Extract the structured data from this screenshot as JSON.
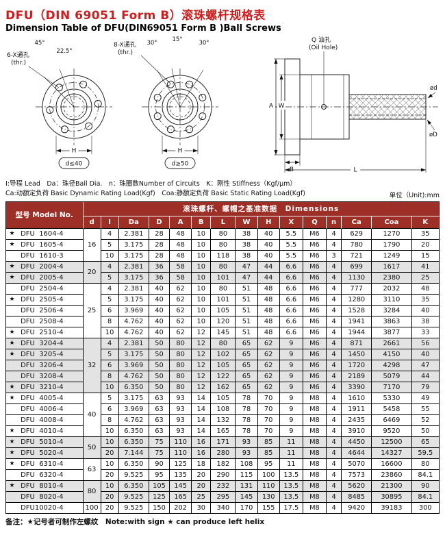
{
  "colors": {
    "title_red": "#cc1e1e",
    "header_red": "#9d2f27",
    "row_shade": "#e3e3e3"
  },
  "header": {
    "title_cn": "DFU（DIN 69051 Form B）滚珠螺杆规格表",
    "title_en": "Dimension Table of DFU(DIN69051 Form B )Ball Screws"
  },
  "drawings": {
    "left": {
      "holes": "6-X通孔",
      "thr": "(thr.)",
      "angle_a": "45°",
      "angle_b": "22.5°",
      "h": "H",
      "range": "d≤40"
    },
    "mid": {
      "holes": "8-X通孔",
      "thr": "(thr.)",
      "angle_a": "30°",
      "angle_b": "15°",
      "angle_c": "30°",
      "h": "H",
      "range": "d≥50"
    },
    "right": {
      "oil_cn": "Q 油孔",
      "oil_en": "(Oil Hole)",
      "a": "A",
      "w": "W",
      "b": "B",
      "l": "L",
      "d_minor": "ød",
      "d_major": "øD"
    }
  },
  "legend": {
    "line1": "I:导程 Lead　Da：珠径Ball Dia.　n：珠圈数Number of Circuits　K：刚性 Stiffness（Kgf/μm）",
    "line2": "Ca:动额定负荷 Basic Dynamic Rating Load(Kgf)　Coa:静额定负荷 Basic Static Rating Load(Kgf)",
    "unit": "单位（Unit):mm"
  },
  "table": {
    "header_model": "型号 Model No.",
    "header_dimensions": "滚珠螺杆、螺帽之基准数据　Dimensions",
    "star_symbol": "★",
    "columns": [
      "d",
      "I",
      "Da",
      "D",
      "A",
      "B",
      "L",
      "W",
      "H",
      "X",
      "Q",
      "n",
      "Ca",
      "Coa",
      "K"
    ],
    "groups": [
      {
        "d": "16",
        "shade": false,
        "rows": [
          {
            "star": true,
            "model": "DFU  1604-4",
            "values": [
              "4",
              "2.381",
              "28",
              "48",
              "10",
              "80",
              "38",
              "40",
              "5.5",
              "M6",
              "4",
              "629",
              "1270",
              "35"
            ]
          },
          {
            "star": true,
            "model": "DFU  1605-4",
            "values": [
              "5",
              "3.175",
              "28",
              "48",
              "10",
              "80",
              "38",
              "40",
              "5.5",
              "M6",
              "4",
              "780",
              "1790",
              "20"
            ]
          },
          {
            "star": false,
            "model": "DFU  1610-3",
            "values": [
              "10",
              "3.175",
              "28",
              "48",
              "10",
              "118",
              "38",
              "40",
              "5.5",
              "M6",
              "3",
              "721",
              "1249",
              "15"
            ]
          }
        ]
      },
      {
        "d": "20",
        "shade": true,
        "rows": [
          {
            "star": true,
            "model": "DFU  2004-4",
            "values": [
              "4",
              "2.381",
              "36",
              "58",
              "10",
              "80",
              "47",
              "44",
              "6.6",
              "M6",
              "4",
              "699",
              "1617",
              "41"
            ]
          },
          {
            "star": true,
            "model": "DFU  2005-4",
            "values": [
              "5",
              "3.175",
              "36",
              "58",
              "10",
              "101",
              "47",
              "44",
              "6.6",
              "M6",
              "4",
              "1130",
              "2380",
              "25"
            ]
          }
        ]
      },
      {
        "d": "25",
        "shade": false,
        "rows": [
          {
            "star": false,
            "model": "DFU  2504-4",
            "values": [
              "4",
              "2.381",
              "40",
              "62",
              "10",
              "80",
              "51",
              "48",
              "6.6",
              "M6",
              "4",
              "777",
              "2032",
              "48"
            ]
          },
          {
            "star": true,
            "model": "DFU  2505-4",
            "values": [
              "5",
              "3.175",
              "40",
              "62",
              "10",
              "101",
              "51",
              "48",
              "6.6",
              "M6",
              "4",
              "1280",
              "3110",
              "35"
            ]
          },
          {
            "star": false,
            "model": "DFU  2506-4",
            "values": [
              "6",
              "3.969",
              "40",
              "62",
              "10",
              "105",
              "51",
              "48",
              "6.6",
              "M6",
              "4",
              "1528",
              "3284",
              "40"
            ]
          },
          {
            "star": false,
            "model": "DFU  2508-4",
            "values": [
              "8",
              "4.762",
              "40",
              "62",
              "10",
              "120",
              "51",
              "48",
              "6.6",
              "M6",
              "4",
              "1941",
              "3863",
              "38"
            ]
          },
          {
            "star": true,
            "model": "DFU  2510-4",
            "values": [
              "10",
              "4.762",
              "40",
              "62",
              "12",
              "145",
              "51",
              "48",
              "6.6",
              "M6",
              "4",
              "1944",
              "3877",
              "33"
            ]
          }
        ]
      },
      {
        "d": "32",
        "shade": true,
        "rows": [
          {
            "star": true,
            "model": "DFU  3204-4",
            "values": [
              "4",
              "2.381",
              "50",
              "80",
              "12",
              "80",
              "65",
              "62",
              "9",
              "M6",
              "4",
              "871",
              "2661",
              "56"
            ]
          },
          {
            "star": true,
            "model": "DFU  3205-4",
            "values": [
              "5",
              "3.175",
              "50",
              "80",
              "12",
              "102",
              "65",
              "62",
              "9",
              "M6",
              "4",
              "1450",
              "4150",
              "40"
            ]
          },
          {
            "star": false,
            "model": "DFU  3206-4",
            "values": [
              "6",
              "3.969",
              "50",
              "80",
              "12",
              "105",
              "65",
              "62",
              "9",
              "M6",
              "4",
              "1720",
              "4298",
              "47"
            ]
          },
          {
            "star": false,
            "model": "DFU  3208-4",
            "values": [
              "8",
              "4.762",
              "50",
              "80",
              "12",
              "122",
              "65",
              "62",
              "9",
              "M6",
              "4",
              "2189",
              "5079",
              "44"
            ]
          },
          {
            "star": true,
            "model": "DFU  3210-4",
            "values": [
              "10",
              "6.350",
              "50",
              "80",
              "12",
              "162",
              "65",
              "62",
              "9",
              "M6",
              "4",
              "3390",
              "7170",
              "79"
            ]
          }
        ]
      },
      {
        "d": "40",
        "shade": false,
        "rows": [
          {
            "star": true,
            "model": "DFU  4005-4",
            "values": [
              "5",
              "3.175",
              "63",
              "93",
              "14",
              "105",
              "78",
              "70",
              "9",
              "M8",
              "4",
              "1610",
              "5330",
              "49"
            ]
          },
          {
            "star": false,
            "model": "DFU  4006-4",
            "values": [
              "6",
              "3.969",
              "63",
              "93",
              "14",
              "108",
              "78",
              "70",
              "9",
              "M8",
              "4",
              "1911",
              "5458",
              "55"
            ]
          },
          {
            "star": false,
            "model": "DFU  4008-4",
            "values": [
              "8",
              "4.762",
              "63",
              "93",
              "14",
              "132",
              "78",
              "70",
              "9",
              "M8",
              "4",
              "2435",
              "6469",
              "52"
            ]
          },
          {
            "star": true,
            "model": "DFU  4010-4",
            "values": [
              "10",
              "6.350",
              "63",
              "93",
              "14",
              "165",
              "78",
              "70",
              "9",
              "M8",
              "4",
              "3910",
              "9520",
              "50"
            ]
          }
        ]
      },
      {
        "d": "50",
        "shade": true,
        "rows": [
          {
            "star": true,
            "model": "DFU  5010-4",
            "values": [
              "10",
              "6.350",
              "75",
              "110",
              "16",
              "171",
              "93",
              "85",
              "11",
              "M8",
              "4",
              "4450",
              "12500",
              "65"
            ]
          },
          {
            "star": true,
            "model": "DFU  5020-4",
            "values": [
              "20",
              "7.144",
              "75",
              "110",
              "16",
              "280",
              "93",
              "85",
              "11",
              "M8",
              "4",
              "4644",
              "14327",
              "59.5"
            ]
          }
        ]
      },
      {
        "d": "63",
        "shade": false,
        "rows": [
          {
            "star": true,
            "model": "DFU  6310-4",
            "values": [
              "10",
              "6.350",
              "90",
              "125",
              "18",
              "182",
              "108",
              "95",
              "11",
              "M8",
              "4",
              "5070",
              "16600",
              "80"
            ]
          },
          {
            "star": false,
            "model": "DFU  6320-4",
            "values": [
              "20",
              "9.525",
              "95",
              "135",
              "20",
              "290",
              "115",
              "100",
              "13.5",
              "M8",
              "4",
              "7573",
              "23860",
              "84.1"
            ]
          }
        ]
      },
      {
        "d": "80",
        "shade": true,
        "rows": [
          {
            "star": true,
            "model": "DFU  8010-4",
            "values": [
              "10",
              "6.350",
              "105",
              "145",
              "20",
              "232",
              "131",
              "110",
              "13.5",
              "M8",
              "4",
              "5620",
              "21300",
              "90"
            ]
          },
          {
            "star": false,
            "model": "DFU  8020-4",
            "values": [
              "20",
              "9.525",
              "125",
              "165",
              "25",
              "295",
              "145",
              "130",
              "13.5",
              "M8",
              "4",
              "8485",
              "30895",
              "84.1"
            ]
          }
        ]
      },
      {
        "d": "100",
        "shade": false,
        "rows": [
          {
            "star": false,
            "model": "DFU10020-4",
            "values": [
              "20",
              "9.525",
              "150",
              "202",
              "30",
              "340",
              "170",
              "155",
              "17.5",
              "M8",
              "4",
              "9420",
              "39183",
              "300"
            ]
          }
        ]
      }
    ]
  },
  "footer": {
    "note": "备注：★记号者可制作左螺纹　Note:with sign ★ can produce left helix"
  }
}
